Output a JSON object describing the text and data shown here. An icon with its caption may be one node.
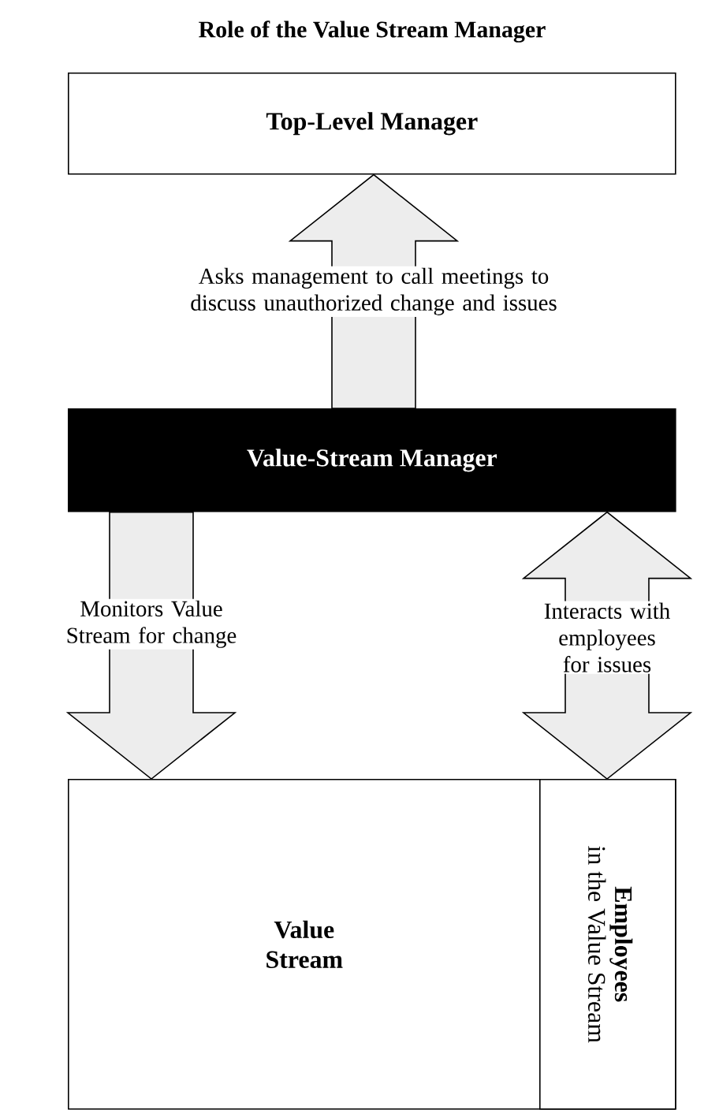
{
  "diagram": {
    "title": "Role of the Value Stream Manager",
    "nodes": [
      {
        "text": [
          "Top-Level Manager"
        ]
      },
      {
        "text": [
          "Value-Stream Manager"
        ]
      },
      {
        "text": [
          "Value Stream"
        ]
      },
      {
        "text": [
          "Employees",
          "in the Value Stream"
        ],
        "in": 2
      }
    ],
    "edges": [
      {
        "from": 1,
        "to": 0,
        "arrow": "to",
        "label": "Asks management to call meetings to discuss unauthorized change and issues"
      },
      {
        "from": 1,
        "to": 2,
        "arrow": "to",
        "label": "Monitors Value Stream for change"
      },
      {
        "from": 1,
        "to": 3,
        "arrow": "both",
        "label": "Interacts with employees for issues"
      }
    ]
  }
}
